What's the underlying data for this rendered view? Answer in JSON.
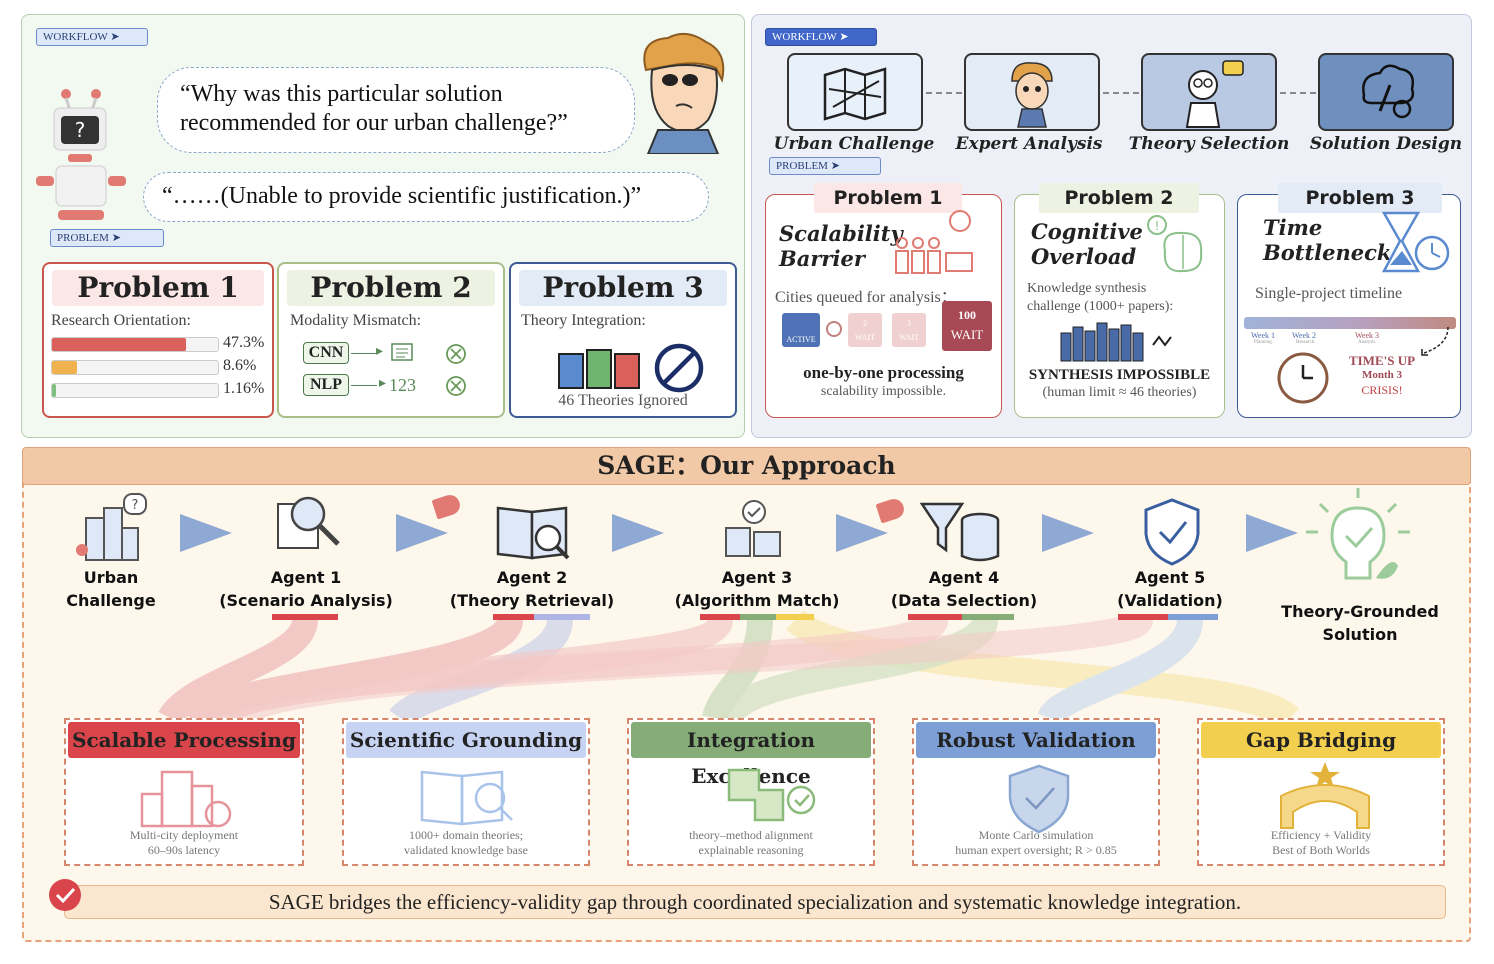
{
  "left_panel": {
    "workflow_tag": "WORKFLOW ➤",
    "problem_tag": "PROBLEM ➤",
    "question": "“Why was this particular solution recommended for our urban challenge?”",
    "answer": "“……(Unable to provide scientific justification.)”",
    "problems": [
      {
        "title": "Problem 1",
        "subtitle": "Research Orientation:",
        "bars": [
          {
            "label": "47.3%",
            "value": 47.3,
            "color": "#d9605b"
          },
          {
            "label": "8.6%",
            "value": 8.6,
            "color": "#f0b24f"
          },
          {
            "label": "1.16%",
            "value": 1.16,
            "color": "#7fbf7f"
          }
        ]
      },
      {
        "title": "Problem 2",
        "subtitle": "Modality Mismatch:",
        "rows": [
          {
            "model": "CNN",
            "arrow": "▸",
            "target": ""
          },
          {
            "model": "NLP",
            "arrow": "▸",
            "target": "123"
          }
        ]
      },
      {
        "title": "Problem 3",
        "subtitle": "Theory Integration:",
        "caption": "46 Theories Ignored"
      }
    ]
  },
  "right_panel": {
    "workflow_tag": "WORKFLOW ➤",
    "problem_tag": "PROBLEM ➤",
    "steps": [
      "Urban Challenge",
      "Expert Analysis",
      "Theory Selection",
      "Solution Design"
    ],
    "problems": [
      {
        "title": "Problem 1",
        "heading_line1": "Scalability",
        "heading_line2": "Barrier",
        "desc": "Cities queued for analysis：",
        "queue": [
          "ACTIVE",
          "2",
          "WAIT",
          "3",
          "WAIT",
          "100",
          "WAIT"
        ],
        "bold": "one-by-one processing",
        "note": "scalability impossible."
      },
      {
        "title": "Problem 2",
        "heading_line1": "Cognitive",
        "heading_line2": "Overload",
        "desc_line1": "Knowledge synthesis",
        "desc_line2": "challenge (1000+ papers):",
        "bold": "SYNTHESIS IMPOSSIBLE",
        "note": "(human limit ≈ 46 theories)"
      },
      {
        "title": "Problem 3",
        "heading_line1": "Time",
        "heading_line2": "Bottleneck",
        "desc": "Single-project timeline",
        "weeks": [
          "Week 1",
          "Week 2",
          "Week 3"
        ],
        "week_subs": [
          "Planning",
          "Research",
          "Analysis"
        ],
        "alert_line1": "TIME'S UP",
        "alert_line2": "Month 3",
        "alert_line3": "CRISIS!"
      }
    ]
  },
  "approach": {
    "banner": "SAGE：Our Approach",
    "agents": [
      {
        "line1": "Urban",
        "line2": "Challenge"
      },
      {
        "line1": "Agent 1",
        "line2": "(Scenario Analysis)"
      },
      {
        "line1": "Agent 2",
        "line2": "(Theory Retrieval)"
      },
      {
        "line1": "Agent 3",
        "line2": "(Algorithm Match)"
      },
      {
        "line1": "Agent 4",
        "line2": "(Data Selection)"
      },
      {
        "line1": "Agent 5",
        "line2": "(Validation)"
      },
      {
        "line1": "Theory-Grounded",
        "line2": "Solution"
      }
    ],
    "outcomes": [
      {
        "title": "Scalable Processing",
        "line1": "Multi-city deployment",
        "line2": "60–90s latency",
        "color": "#d9454a",
        "text": "#111"
      },
      {
        "title": "Scientific Grounding",
        "line1": "1000+ domain theories;",
        "line2": "validated knowledge base",
        "color": "#c7d3f2",
        "text": "#111"
      },
      {
        "title": "Integration Excellence",
        "line1": "theory–method alignment",
        "line2": "explainable reasoning",
        "color": "#86ad78",
        "text": "#111"
      },
      {
        "title": "Robust Validation",
        "line1": "Monte Carlo simulation",
        "line2": "human expert oversight; R > 0.85",
        "color": "#7d9fd6",
        "text": "#111"
      },
      {
        "title": "Gap Bridging",
        "line1": "Efficiency + Validity",
        "line2": "Best of Both Worlds",
        "color": "#f2cf4f",
        "text": "#111"
      }
    ],
    "conclusion": "SAGE bridges the efficiency-validity gap through coordinated specialization and systematic knowledge integration."
  }
}
